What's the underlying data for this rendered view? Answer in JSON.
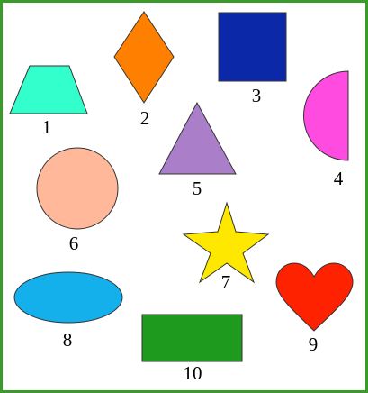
{
  "frame": {
    "border_color": "#3a9a2a",
    "background": "#ffffff"
  },
  "shapes": [
    {
      "id": "trapezoid",
      "number": "1",
      "fill": "#33ffcc"
    },
    {
      "id": "rhombus",
      "number": "2",
      "fill": "#ff8000"
    },
    {
      "id": "square",
      "number": "3",
      "fill": "#0a28a8"
    },
    {
      "id": "semicircle",
      "number": "4",
      "fill": "#ff4be0"
    },
    {
      "id": "triangle",
      "number": "5",
      "fill": "#aa7ec8"
    },
    {
      "id": "circle",
      "number": "6",
      "fill": "#ffb89a"
    },
    {
      "id": "star",
      "number": "7",
      "fill": "#ffe800"
    },
    {
      "id": "ellipse",
      "number": "8",
      "fill": "#14b0ec"
    },
    {
      "id": "heart",
      "number": "9",
      "fill": "#ff2200"
    },
    {
      "id": "rectangle",
      "number": "10",
      "fill": "#1e9a1e"
    }
  ]
}
